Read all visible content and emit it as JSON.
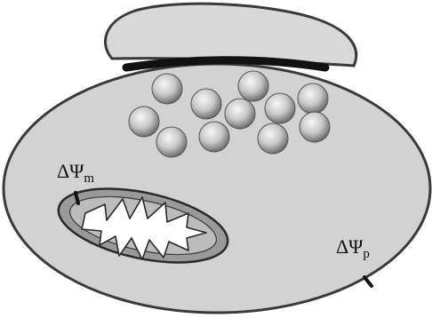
{
  "labels": {
    "mito_potential": {
      "symbol": "ΔΨ",
      "subscript": "m"
    },
    "plasma_potential": {
      "symbol": "ΔΨ",
      "subscript": "p"
    }
  },
  "colors": {
    "background": "#ffffff",
    "terminal_fill": "#d2d2d2",
    "outline": "#3a3a3a",
    "active_zone": "#111111",
    "mito_outer_fill": "#9a9a9a",
    "mito_matrix": "#ffffff",
    "vesicle_light": "#f4f4f4",
    "vesicle_dark": "#7a7a7a"
  }
}
